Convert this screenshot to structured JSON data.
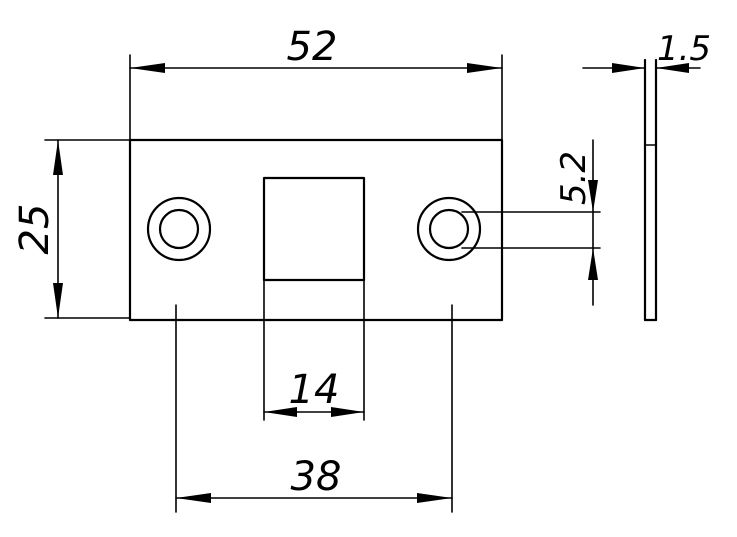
{
  "dimensions": {
    "width": "52",
    "height": "25",
    "hole_offset": "5.2",
    "thickness": "1.5",
    "slot_width": "14",
    "hole_spacing": "38"
  },
  "colors": {
    "ink": "#000000",
    "background": "#ffffff"
  }
}
